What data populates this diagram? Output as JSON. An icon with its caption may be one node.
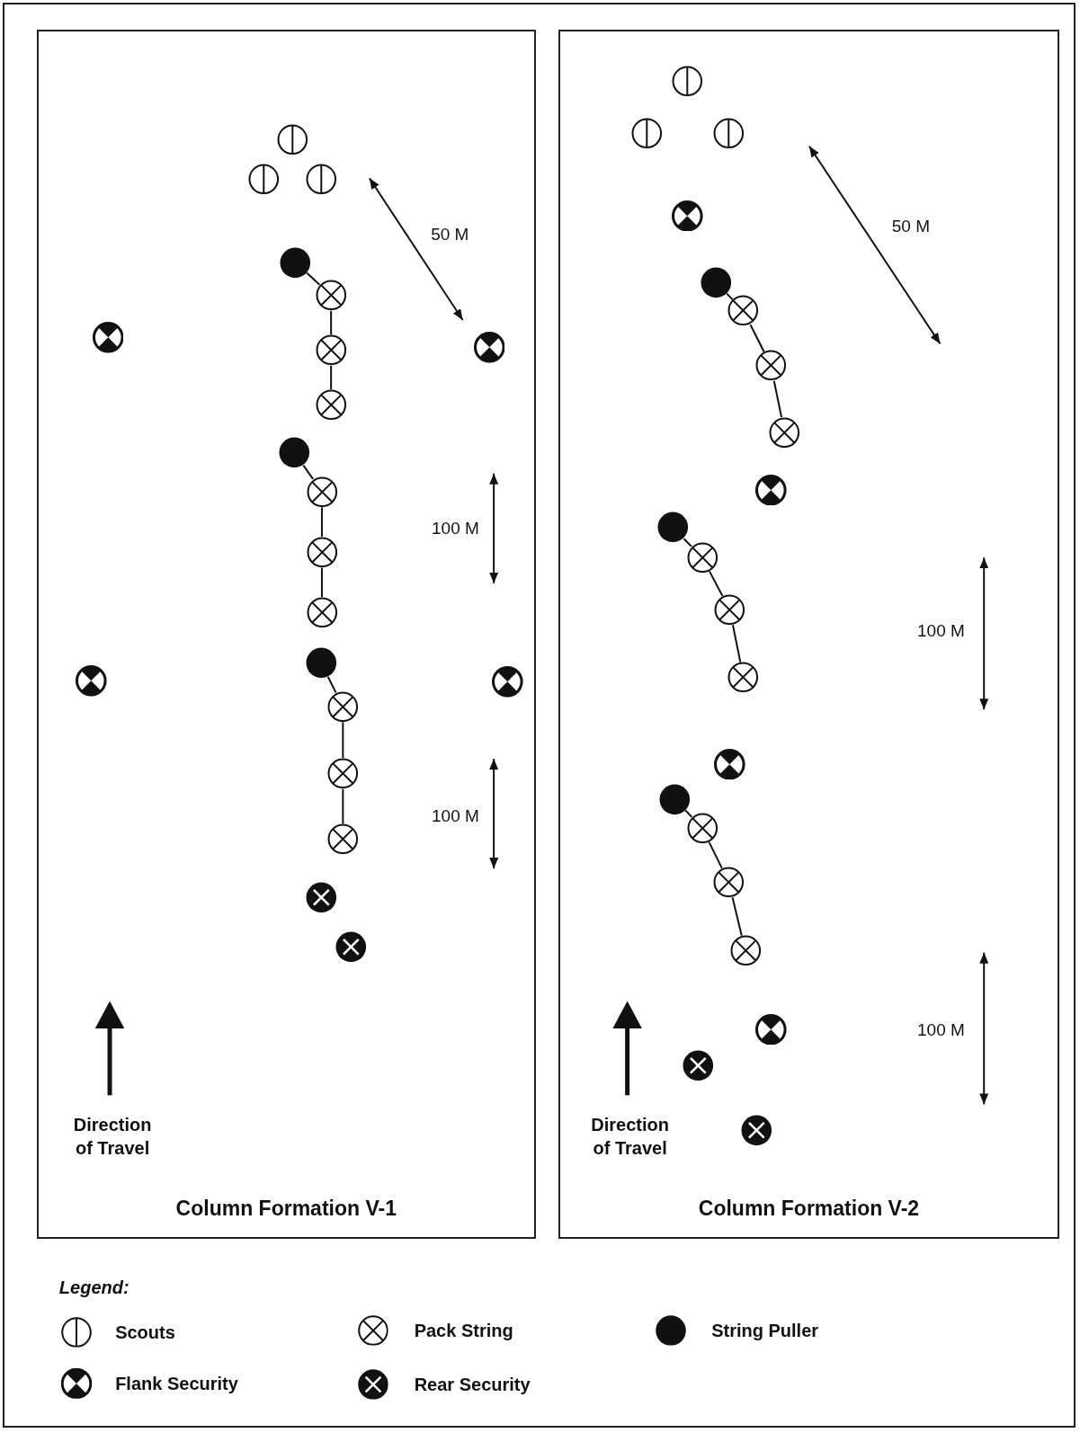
{
  "diagram": {
    "nodes": [
      {
        "text": [
          "Column Formation V-1"
        ]
      },
      {
        "text": [],
        "shape": "circle",
        "in": 0
      },
      {
        "text": [],
        "shape": "circle",
        "in": 0
      },
      {
        "text": [],
        "shape": "circle",
        "in": 0
      },
      {
        "text": [],
        "shape": "circle",
        "in": 0
      },
      {
        "text": [],
        "shape": "circle",
        "in": 0
      },
      {
        "text": [],
        "shape": "circle",
        "in": 0
      },
      {
        "text": [],
        "shape": "circle",
        "in": 0
      },
      {
        "text": [],
        "shape": "circle",
        "in": 0
      },
      {
        "text": [],
        "shape": "circle",
        "in": 0
      },
      {
        "text": [],
        "shape": "circle",
        "in": 0
      },
      {
        "text": [],
        "shape": "circle",
        "in": 0
      },
      {
        "text": [],
        "shape": "circle",
        "in": 0
      },
      {
        "text": [],
        "shape": "circle",
        "in": 0
      },
      {
        "text": [],
        "shape": "circle",
        "in": 0
      },
      {
        "text": [],
        "shape": "circle",
        "in": 0
      },
      {
        "text": [],
        "shape": "circle",
        "in": 0
      },
      {
        "text": [],
        "shape": "circle",
        "in": 0
      },
      {
        "text": [],
        "shape": "circle",
        "in": 0
      },
      {
        "text": [],
        "shape": "circle",
        "in": 0
      },
      {
        "text": [],
        "shape": "circle",
        "in": 0
      },
      {
        "text": [],
        "shape": "circle",
        "in": 0
      },
      {
        "text": [
          "Column Formation V-2"
        ]
      },
      {
        "text": [],
        "shape": "circle",
        "in": 22
      },
      {
        "text": [],
        "shape": "circle",
        "in": 22
      },
      {
        "text": [],
        "shape": "circle",
        "in": 22
      },
      {
        "text": [],
        "shape": "circle",
        "in": 22
      },
      {
        "text": [],
        "shape": "circle",
        "in": 22
      },
      {
        "text": [],
        "shape": "circle",
        "in": 22
      },
      {
        "text": [],
        "shape": "circle",
        "in": 22
      },
      {
        "text": [],
        "shape": "circle",
        "in": 22
      },
      {
        "text": [],
        "shape": "circle",
        "in": 22
      },
      {
        "text": [],
        "shape": "circle",
        "in": 22
      },
      {
        "text": [],
        "shape": "circle",
        "in": 22
      },
      {
        "text": [],
        "shape": "circle",
        "in": 22
      },
      {
        "text": [],
        "shape": "circle",
        "in": 22
      },
      {
        "text": [],
        "shape": "circle",
        "in": 22
      },
      {
        "text": [],
        "shape": "circle",
        "in": 22
      },
      {
        "text": [],
        "shape": "circle",
        "in": 22
      },
      {
        "text": [],
        "shape": "circle",
        "in": 22
      },
      {
        "text": [],
        "shape": "circle",
        "in": 22
      },
      {
        "text": [],
        "shape": "circle",
        "in": 22
      },
      {
        "text": [],
        "shape": "circle",
        "in": 22
      },
      {
        "text": [],
        "shape": "circle",
        "in": 22
      }
    ],
    "edges": [
      {
        "from": 4,
        "to": 5,
        "arrow": "none"
      },
      {
        "from": 5,
        "to": 6,
        "arrow": "none"
      },
      {
        "from": 6,
        "to": 7,
        "arrow": "none"
      },
      {
        "from": 10,
        "to": 11,
        "arrow": "none"
      },
      {
        "from": 11,
        "to": 12,
        "arrow": "none"
      },
      {
        "from": 12,
        "to": 13,
        "arrow": "none"
      },
      {
        "from": 14,
        "to": 17,
        "arrow": "none"
      },
      {
        "from": 17,
        "to": 18,
        "arrow": "none"
      },
      {
        "from": 18,
        "to": 19,
        "arrow": "none"
      },
      {
        "from": 27,
        "to": 28,
        "arrow": "none"
      },
      {
        "from": 28,
        "to": 29,
        "arrow": "none"
      },
      {
        "from": 29,
        "to": 30,
        "arrow": "none"
      },
      {
        "from": 32,
        "to": 33,
        "arrow": "none"
      },
      {
        "from": 33,
        "to": 34,
        "arrow": "none"
      },
      {
        "from": 34,
        "to": 35,
        "arrow": "none"
      },
      {
        "from": 37,
        "to": 38,
        "arrow": "none"
      },
      {
        "from": 38,
        "to": 39,
        "arrow": "none"
      },
      {
        "from": 39,
        "to": 40,
        "arrow": "none"
      }
    ],
    "labels": [
      "50 M",
      "100 M",
      "100 M",
      "Direction of Travel",
      "50 M",
      "100 M",
      "100 M",
      "Direction of Travel",
      "Legend:"
    ],
    "legend": [
      {
        "text": "Scouts"
      },
      {
        "text": "Pack String"
      },
      {
        "text": "String Puller"
      },
      {
        "text": "Flank Security"
      },
      {
        "text": "Rear Security"
      }
    ]
  }
}
